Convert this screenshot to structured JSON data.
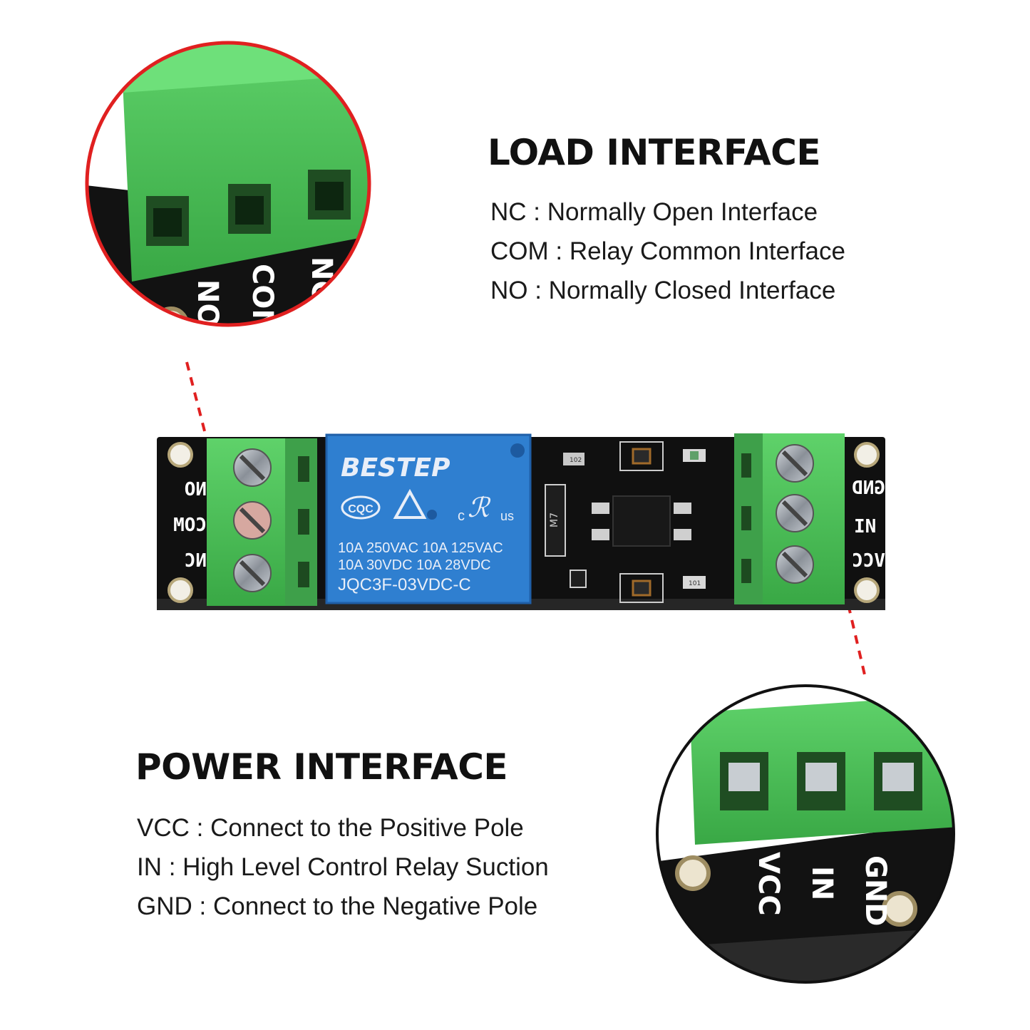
{
  "load": {
    "title": "LOAD INTERFACE",
    "lines": [
      "NC : Normally Open Interface",
      "COM : Relay Common Interface",
      "NO : Normally Closed Interface"
    ]
  },
  "power": {
    "title": "POWER INTERFACE",
    "lines": [
      "VCC : Connect to the Positive Pole",
      "IN : High Level Control Relay Suction",
      "GND : Connect to the Negative Pole"
    ]
  },
  "board": {
    "left_labels": [
      "NO",
      "COM",
      "NC"
    ],
    "right_labels": [
      "GND",
      "IN",
      "VCC"
    ],
    "relay_brand": "BESTEP",
    "relay_cert": "CQC",
    "relay_ul_c": "c",
    "relay_ul_us": "us",
    "relay_rating_1": "10A 250VAC 10A 125VAC",
    "relay_rating_2": "10A  30VDC 10A  28VDC",
    "relay_model": "JQC3F-03VDC-C",
    "diode_mark": "M7",
    "smd_mark_1": "102",
    "smd_mark_2": "101"
  },
  "zoom_load_labels": [
    "NC",
    "COM",
    "NO"
  ],
  "zoom_power_labels": [
    "VCC",
    "IN",
    "GND"
  ],
  "colors": {
    "terminal_green": "#4ec35a",
    "pcb_black": "#111111",
    "relay_blue": "#2f7fd0",
    "callout_red": "#e02020"
  }
}
